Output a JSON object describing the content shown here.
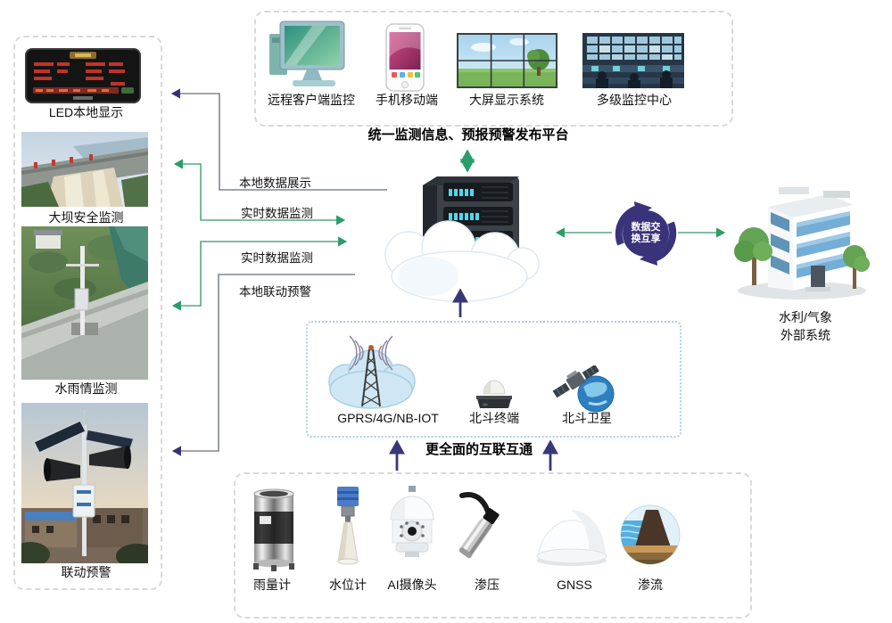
{
  "colors": {
    "arrow_green": "#2a9d68",
    "arrow_navy": "#3a3779",
    "line_gray": "#82878f",
    "dashed_border": "#d9d9d9",
    "dotted_border": "#aecfe4"
  },
  "left_panel": {
    "items": [
      {
        "label": "LED本地显示"
      },
      {
        "label": "大坝安全监测"
      },
      {
        "label": "水雨情监测"
      },
      {
        "label": "联动预警"
      }
    ]
  },
  "top_panel": {
    "caption": "统一监测信息、预报预警发布平台",
    "items": [
      {
        "label": "远程客户端监控"
      },
      {
        "label": "手机移动端"
      },
      {
        "label": "大屏显示系统"
      },
      {
        "label": "多级监控中心"
      }
    ]
  },
  "flow_labels": {
    "local_display": "本地数据展示",
    "realtime_1": "实时数据监测",
    "realtime_2": "实时数据监测",
    "local_warning": "本地联动预警"
  },
  "exchange": {
    "line1": "数据交",
    "line2": "换互享"
  },
  "external_system": {
    "line1": "水利/气象",
    "line2": "外部系统"
  },
  "comm_panel": {
    "caption": "更全面的互联互通",
    "items": [
      {
        "label": "GPRS/4G/NB-IOT"
      },
      {
        "label": "北斗终端"
      },
      {
        "label": "北斗卫星"
      }
    ]
  },
  "sensor_panel": {
    "items": [
      {
        "label": "雨量计"
      },
      {
        "label": "水位计"
      },
      {
        "label": "AI摄像头"
      },
      {
        "label": "渗压"
      },
      {
        "label": "GNSS"
      },
      {
        "label": "渗流"
      }
    ]
  }
}
